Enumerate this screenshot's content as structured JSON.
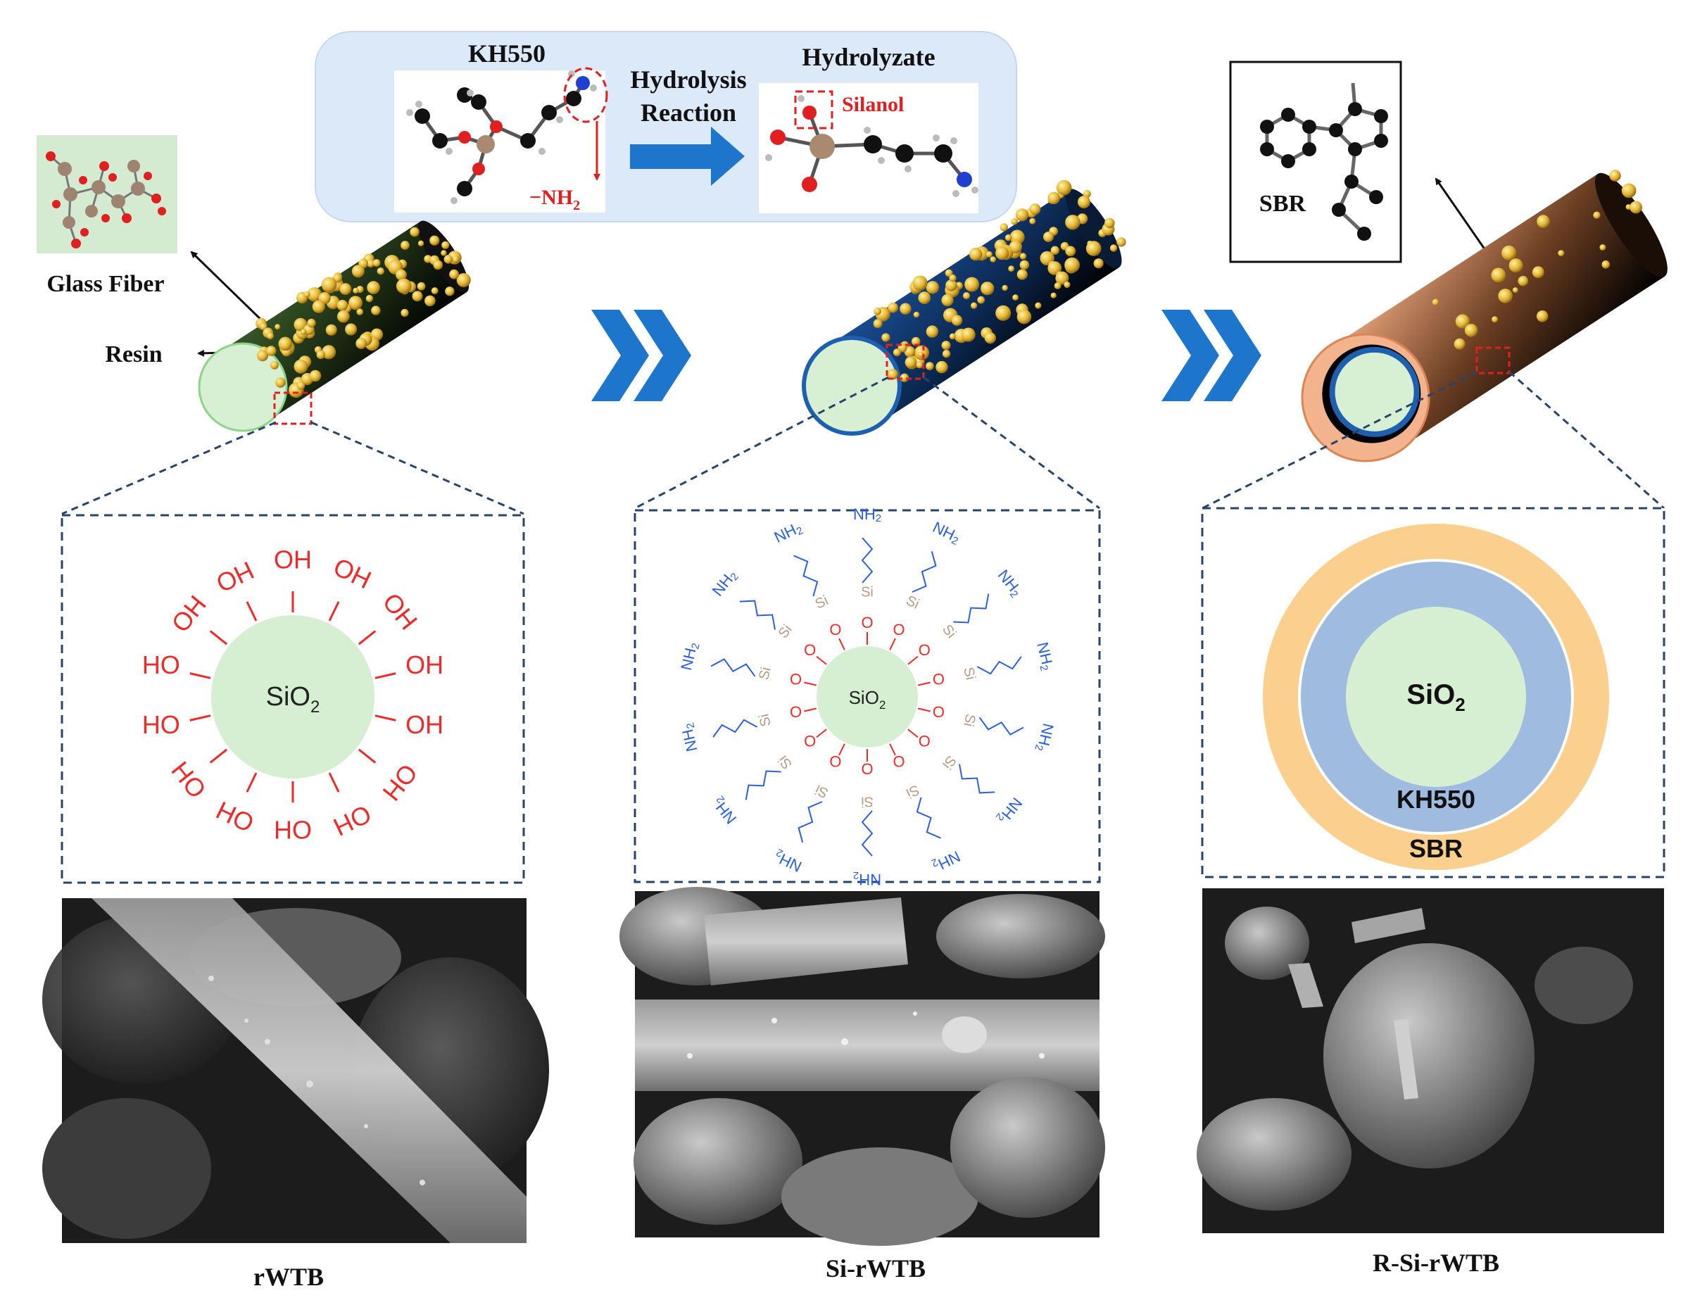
{
  "top_panel": {
    "molecule_name": "KH550",
    "arrow_label_line1": "Hydrolysis",
    "arrow_label_line2": "Reaction",
    "product_name": "Hydrolyzate",
    "amine_label": "−NH",
    "amine_sub": "2",
    "silanol_label": "Silanol"
  },
  "glass_fiber_label": "Glass Fiber",
  "resin_label": "Resin",
  "sbr_inset_label": "SBR",
  "panels": [
    {
      "core_label": "SiO",
      "core_sub": "2",
      "group_label": "OH",
      "group_label_rev": "HO",
      "caption": "rWTB"
    },
    {
      "core_label": "SiO",
      "core_sub": "2",
      "o_label": "O",
      "si_label": "Si",
      "nh_label": "NH",
      "nh_sub": "2",
      "caption": "Si-rWTB"
    },
    {
      "core_label": "SiO",
      "core_sub": "2",
      "middle_label": "KH550",
      "outer_label": "SBR",
      "caption": "R-Si-rWTB"
    }
  ],
  "colors": {
    "hydroxyl": "#ee2b2b",
    "amine": "#2a5fe0",
    "silicon": "#b89a86",
    "core_fill": "#d6efd3",
    "kh550_ring": "#9fbbe0",
    "sbr_ring": "#fbd08e",
    "chevron": "#1e76cc",
    "panel_bg": "#dce9f8",
    "dash_box": "#27456b"
  }
}
